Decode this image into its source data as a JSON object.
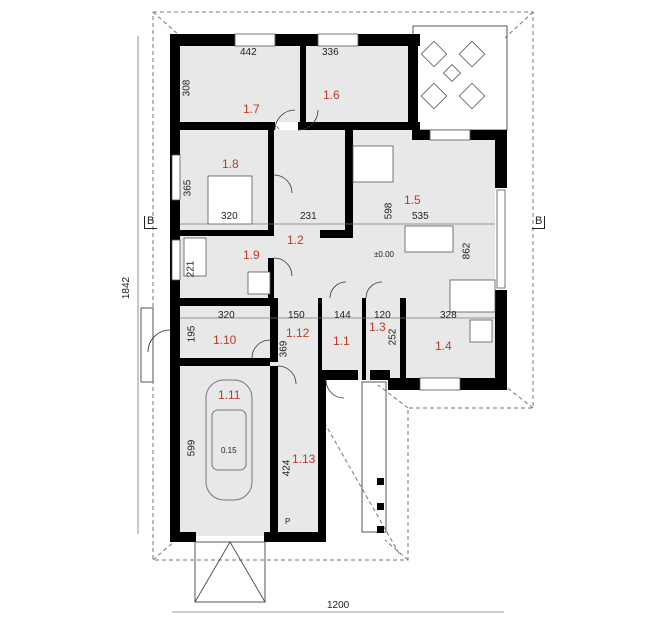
{
  "plan": {
    "type": "house floor plan",
    "overall_width": "1200",
    "overall_height": "1842",
    "section_marks": [
      "B",
      "B"
    ],
    "level_mark": "±0.00",
    "garage_level": "0.15",
    "parking_label": "P",
    "colors": {
      "wall": "#000000",
      "floor": "#e8e8e8",
      "room_label": "#c0392b",
      "dimension": "#222222",
      "outline": "#555555"
    }
  },
  "rooms": {
    "r1_1": "1.1",
    "r1_2": "1.2",
    "r1_3": "1.3",
    "r1_4": "1.4",
    "r1_5": "1.5",
    "r1_6": "1.6",
    "r1_7": "1.7",
    "r1_8": "1.8",
    "r1_9": "1.9",
    "r1_10": "1.10",
    "r1_11": "1.11",
    "r1_12": "1.12",
    "r1_13": "1.13"
  },
  "dimensions": {
    "d442": "442",
    "d336": "336",
    "d308": "308",
    "d365": "365",
    "d320a": "320",
    "d231": "231",
    "d598": "598",
    "d535": "535",
    "d862": "862",
    "d221": "221",
    "d320b": "320",
    "d150": "150",
    "d144": "144",
    "d120": "120",
    "d328": "328",
    "d252": "252",
    "d195": "195",
    "d369": "369",
    "d599": "599",
    "d424": "424"
  }
}
